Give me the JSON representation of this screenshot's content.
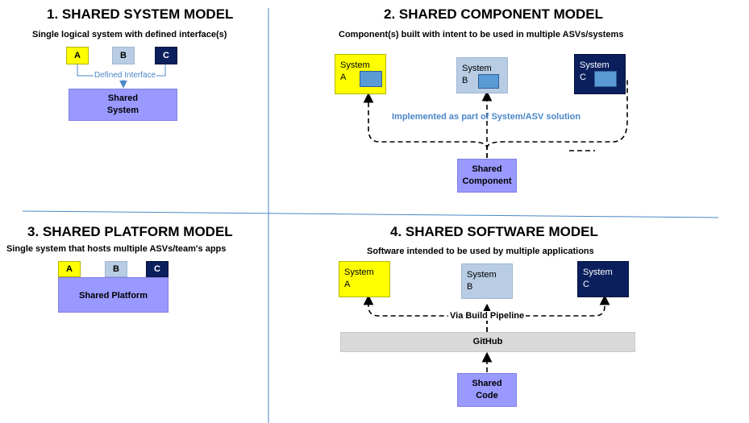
{
  "quadrant1": {
    "title": "1. SHARED SYSTEM MODEL",
    "subtitle": "Single logical system with defined interface(s)",
    "box_a": "A",
    "box_b": "B",
    "box_c": "C",
    "interface_label": "Defined Interface",
    "shared_system": "Shared\nSystem"
  },
  "quadrant2": {
    "title": "2. SHARED COMPONENT MODEL",
    "subtitle": "Component(s) built with intent to be used in multiple ASVs/systems",
    "system_a": "System\nA",
    "system_b": "System\nB",
    "system_c": "System\nC",
    "implemented_label": "Implemented as part of System/ASV solution",
    "shared_component": "Shared\nComponent"
  },
  "quadrant3": {
    "title": "3. SHARED PLATFORM MODEL",
    "subtitle": "Single system that hosts multiple ASVs/team's apps",
    "box_a": "A",
    "box_b": "B",
    "box_c": "C",
    "shared_platform": "Shared Platform"
  },
  "quadrant4": {
    "title": "4. SHARED SOFTWARE MODEL",
    "subtitle": "Software intended to be used by multiple applications",
    "system_a": "System\nA",
    "system_b": "System\nB",
    "system_c": "System\nC",
    "pipeline_label": "Via Build Pipeline",
    "github": "GitHub",
    "shared_code": "Shared\nCode"
  },
  "colors": {
    "yellow": "#ffff00",
    "light_blue": "#b8cce4",
    "dark_blue": "#0a1f5c",
    "purple": "#9999ff",
    "gray": "#d9d9d9",
    "divider": "#4a86c8",
    "label_blue": "#4a86c8"
  }
}
